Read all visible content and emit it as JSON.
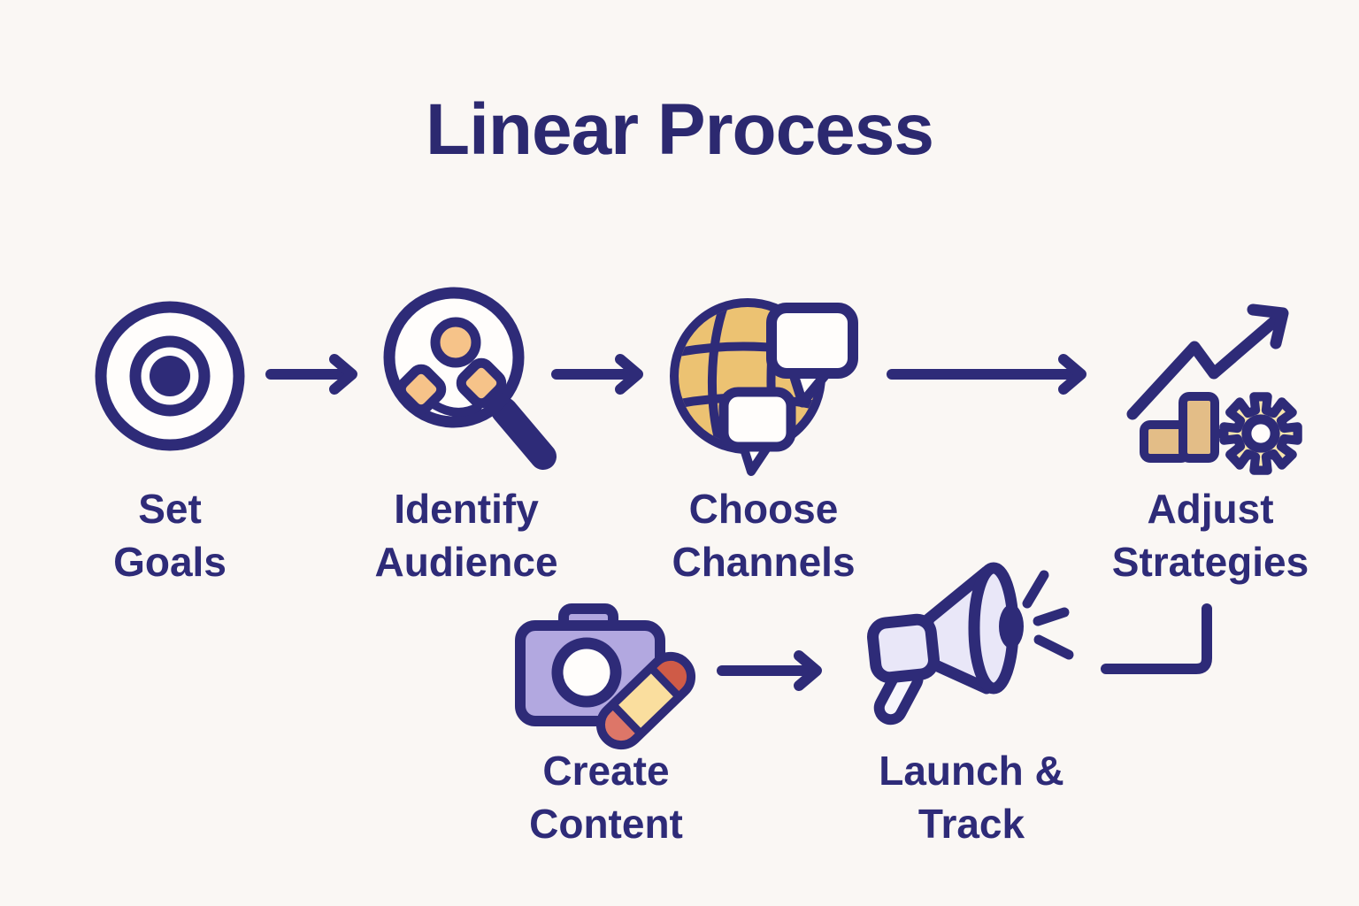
{
  "title": "Linear Process",
  "colors": {
    "background": "#faf7f4",
    "navy": "#2e2b78",
    "title_navy": "#2c2970",
    "globe_gold": "#ecc272",
    "people_peach": "#f6c389",
    "camera_lavender": "#b2a8e0",
    "megaphone_fill": "#e9e7f8",
    "gear_cream": "#f7e6ae",
    "marker_cream": "#fade9e",
    "marker_coral_dark": "#cf5b47",
    "marker_coral_light": "#dd7668",
    "bar_tan": "#e3bd87",
    "white": "#fffdfb"
  },
  "steps": [
    {
      "id": "set-goals",
      "label": "Set\nGoals",
      "icon": "target-icon"
    },
    {
      "id": "identify-audience",
      "label": "Identify\nAudience",
      "icon": "audience-magnifier-icon"
    },
    {
      "id": "choose-channels",
      "label": "Choose\nChannels",
      "icon": "globe-chat-icon"
    },
    {
      "id": "adjust-strategies",
      "label": "Adjust\nStrategies",
      "icon": "growth-chart-gear-icon"
    },
    {
      "id": "create-content",
      "label": "Create\nContent",
      "icon": "camera-marker-icon"
    },
    {
      "id": "launch-track",
      "label": "Launch &\nTrack",
      "icon": "megaphone-icon"
    }
  ],
  "connectors": [
    {
      "type": "arrow",
      "from": "set-goals",
      "to": "identify-audience"
    },
    {
      "type": "arrow",
      "from": "identify-audience",
      "to": "choose-channels"
    },
    {
      "type": "arrow",
      "from": "choose-channels",
      "to": "adjust-strategies"
    },
    {
      "type": "arrow",
      "from": "create-content",
      "to": "launch-track"
    },
    {
      "type": "elbow",
      "from": "launch-track",
      "to": "adjust-strategies"
    }
  ]
}
